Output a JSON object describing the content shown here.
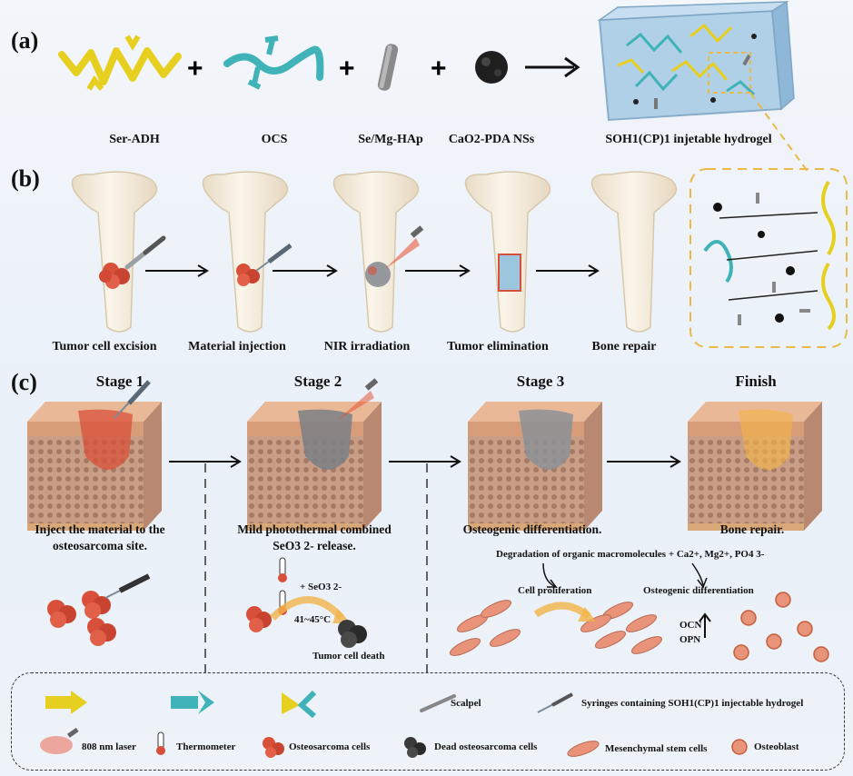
{
  "panel_a": {
    "label": "(a)",
    "items": [
      "Ser-ADH",
      "OCS",
      "Se/Mg-HAp",
      "CaO2-PDA NSs",
      "SOH1(CP)1 injetable hydrogel"
    ]
  },
  "panel_b": {
    "label": "(b)",
    "steps": [
      "Tumor cell excision",
      "Material injection",
      "NIR irradiation",
      "Tumor elimination",
      "Bone repair"
    ]
  },
  "panel_c": {
    "label": "(c)",
    "stages": [
      "Stage 1",
      "Stage 2",
      "Stage 3",
      "Finish"
    ],
    "descriptions": [
      [
        "Inject the material to the",
        "osteosarcoma site."
      ],
      [
        "Mild photothermal combined",
        "SeO3 2- release."
      ],
      [
        "Osteogenic differentiation."
      ],
      [
        "Bone repair."
      ]
    ],
    "degradation": "Degradation of organic macromolecules + Ca2+, Mg2+, PO4 3-",
    "cell_proliferation": "Cell proliferation",
    "osteogenic_differentiation": "Osteogenic differentiation",
    "ocn": "OCN",
    "opn": "OPN",
    "seo3": "+ SeO3 2-",
    "temp": "41~45°C",
    "tumor_death": "Tumor cell death"
  },
  "legend": {
    "scalpel": "Scalpel",
    "syringe": "Syringes containing SOH1(CP)1 injectable hydrogel",
    "laser": "808 nm laser",
    "thermometer": "Thermometer",
    "osteosarcoma": "Osteosarcoma cells",
    "dead": "Dead osteosarcoma cells",
    "msc": "Mesenchymal stem cells",
    "osteoblast": "Osteoblast"
  },
  "colors": {
    "ser_adh": "#e6cf1f",
    "ocs": "#3fb3b8",
    "tumor": "#d9503a",
    "bone": "#f4ead8",
    "tissue": "#c49a84",
    "laser": "#e84a2a"
  }
}
